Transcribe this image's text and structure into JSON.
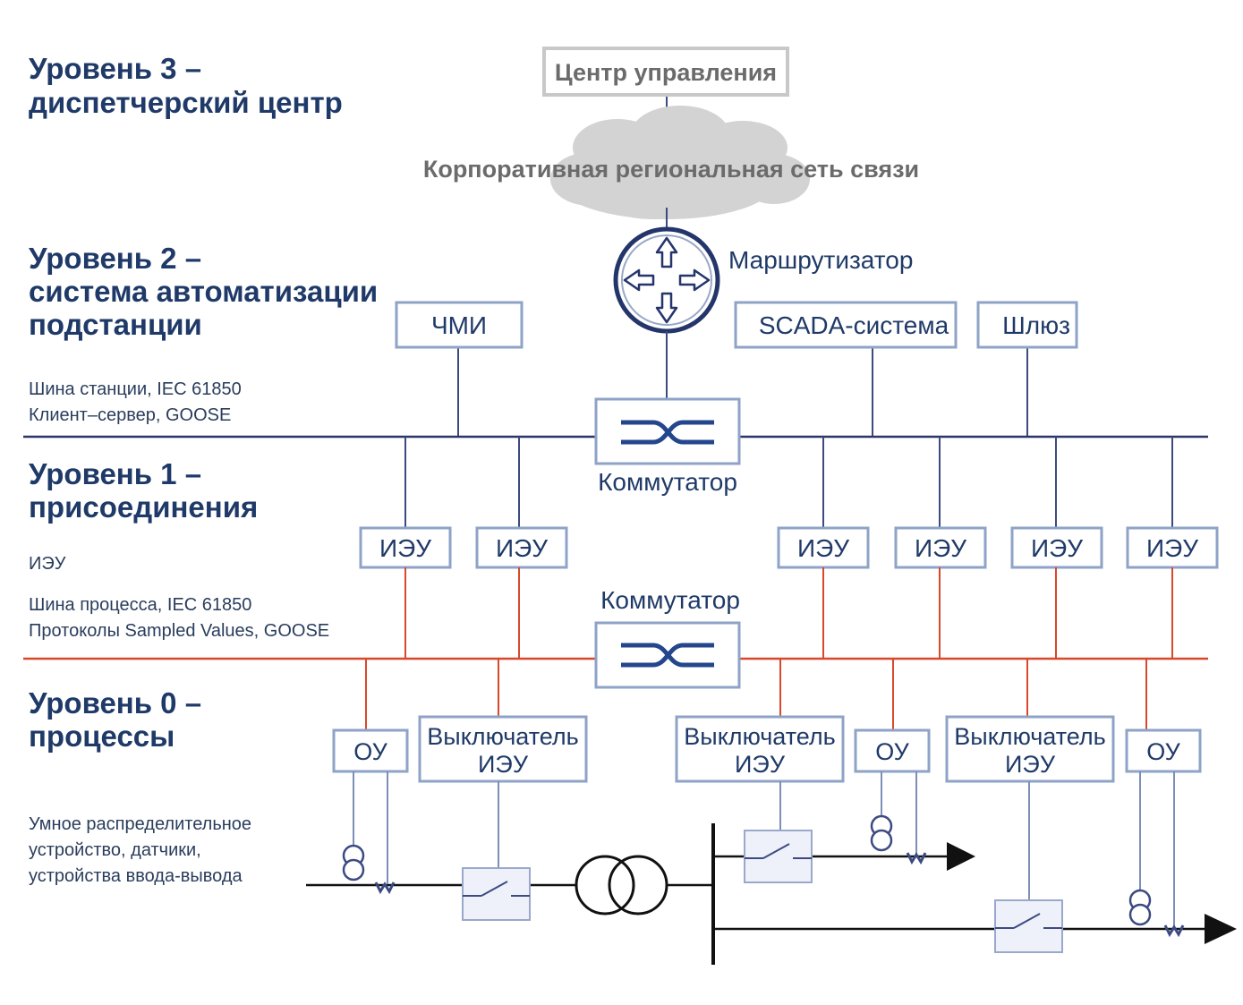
{
  "levels": {
    "l3_line1": "Уровень 3 –",
    "l3_line2": "диспетчерский центр",
    "l2_line1": "Уровень 2 –",
    "l2_line2": "система автоматизации",
    "l2_line3": "подстанции",
    "l1_line1": "Уровень 1 –",
    "l1_line2": "присоединения",
    "l0_line1": "Уровень 0 –",
    "l0_line2": "процессы"
  },
  "notes": {
    "station_bus_1": "Шина станции, IEC 61850",
    "station_bus_2": "Клиент–сервер, GOOSE",
    "ied": "ИЭУ",
    "process_bus_1": "Шина процесса, IEC 61850",
    "process_bus_2": "Протоколы Sampled Values, GOOSE",
    "switchgear_1": "Умное распределительное",
    "switchgear_2": "устройство, датчики,",
    "switchgear_3": "устройства ввода-вывода"
  },
  "nodes": {
    "control_center": "Центр управления",
    "network": "Корпоративная региональная сеть связи",
    "router": "Маршрутизатор",
    "hmi": "ЧМИ",
    "scada": "SCADA-система",
    "gateway": "Шлюз",
    "switch_top": "Коммутатор",
    "switch_bottom": "Коммутатор",
    "ied_1": "ИЭУ",
    "ied_2": "ИЭУ",
    "ied_3": "ИЭУ",
    "ied_4": "ИЭУ",
    "ied_5": "ИЭУ",
    "ied_6": "ИЭУ",
    "ou_1": "ОУ",
    "ou_2": "ОУ",
    "ou_3": "ОУ",
    "breaker_1_line1": "Выключатель",
    "breaker_1_line2": "ИЭУ",
    "breaker_2_line1": "Выключатель",
    "breaker_2_line2": "ИЭУ",
    "breaker_3_line1": "Выключатель",
    "breaker_3_line2": "ИЭУ"
  },
  "colors": {
    "station_bus": "#2d3568",
    "process_bus": "#d9482a",
    "box_border": "#8ea3c7",
    "text": "#1f3a68"
  }
}
